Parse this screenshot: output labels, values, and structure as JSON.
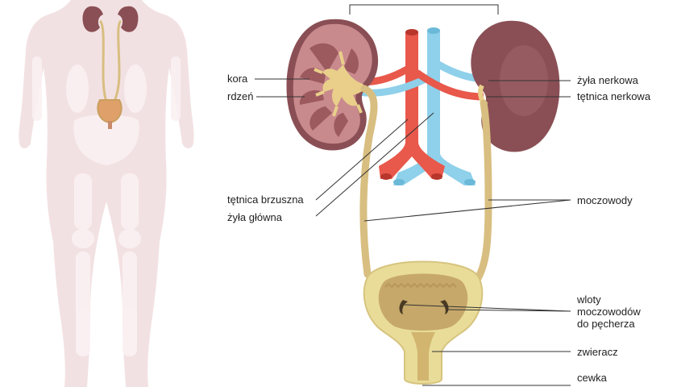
{
  "labels": {
    "kora": "kora",
    "rdzen": "rdzeń",
    "tetnica_brzuszna": "tętnica brzuszna",
    "zyla_glowna": "żyła główna",
    "zyla_nerkowa": "żyła nerkowa",
    "tetnica_nerkowa": "tętnica nerkowa",
    "moczowody": "moczowody",
    "wloty": [
      "wloty",
      "moczowodów",
      "do pęcherza"
    ],
    "zwieracz": "zwieracz",
    "cewka": "cewka"
  },
  "colors": {
    "body_silhouette": "#f2e1e3",
    "body_bones": "#fbf1f2",
    "kidney_outer": "#8a4f55",
    "kidney_cortex": "#c98a8d",
    "kidney_medulla": "#9c5a5f",
    "pelvis": "#e9cf8a",
    "artery": "#e8584b",
    "vein": "#8fd0ea",
    "ureter": "#d8be80",
    "bladder_outer": "#e9dc99",
    "bladder_inner": "#c6a86a",
    "leader_line": "#333333"
  }
}
